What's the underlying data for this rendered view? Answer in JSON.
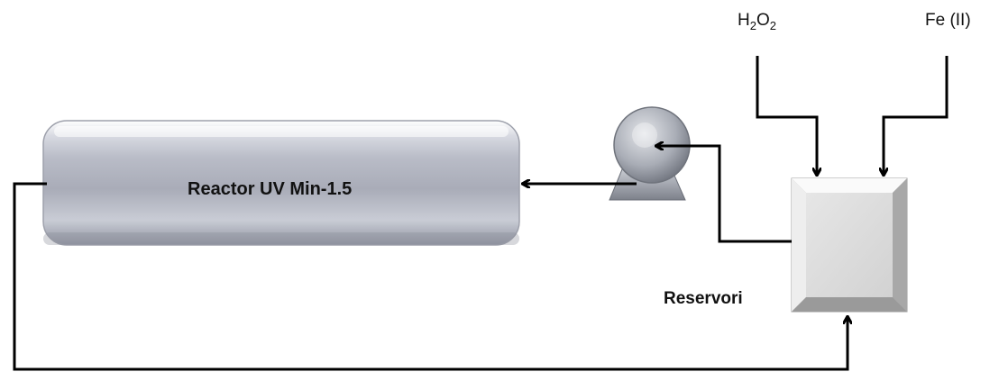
{
  "diagram": {
    "reactor_label": "Reactor UV Min-1.5",
    "reservoir_label": "Reservori",
    "input_h2o2": {
      "base": "H",
      "sub1": "2",
      "mid": "O",
      "sub2": "2"
    },
    "input_fe": "Fe (II)"
  },
  "colors": {
    "line": "#000000",
    "metal_light": "#f3f4f8",
    "metal_dark": "#8a8e9a",
    "reservoir_face": "#dcdcdc"
  },
  "icons": [
    "pump-icon"
  ]
}
